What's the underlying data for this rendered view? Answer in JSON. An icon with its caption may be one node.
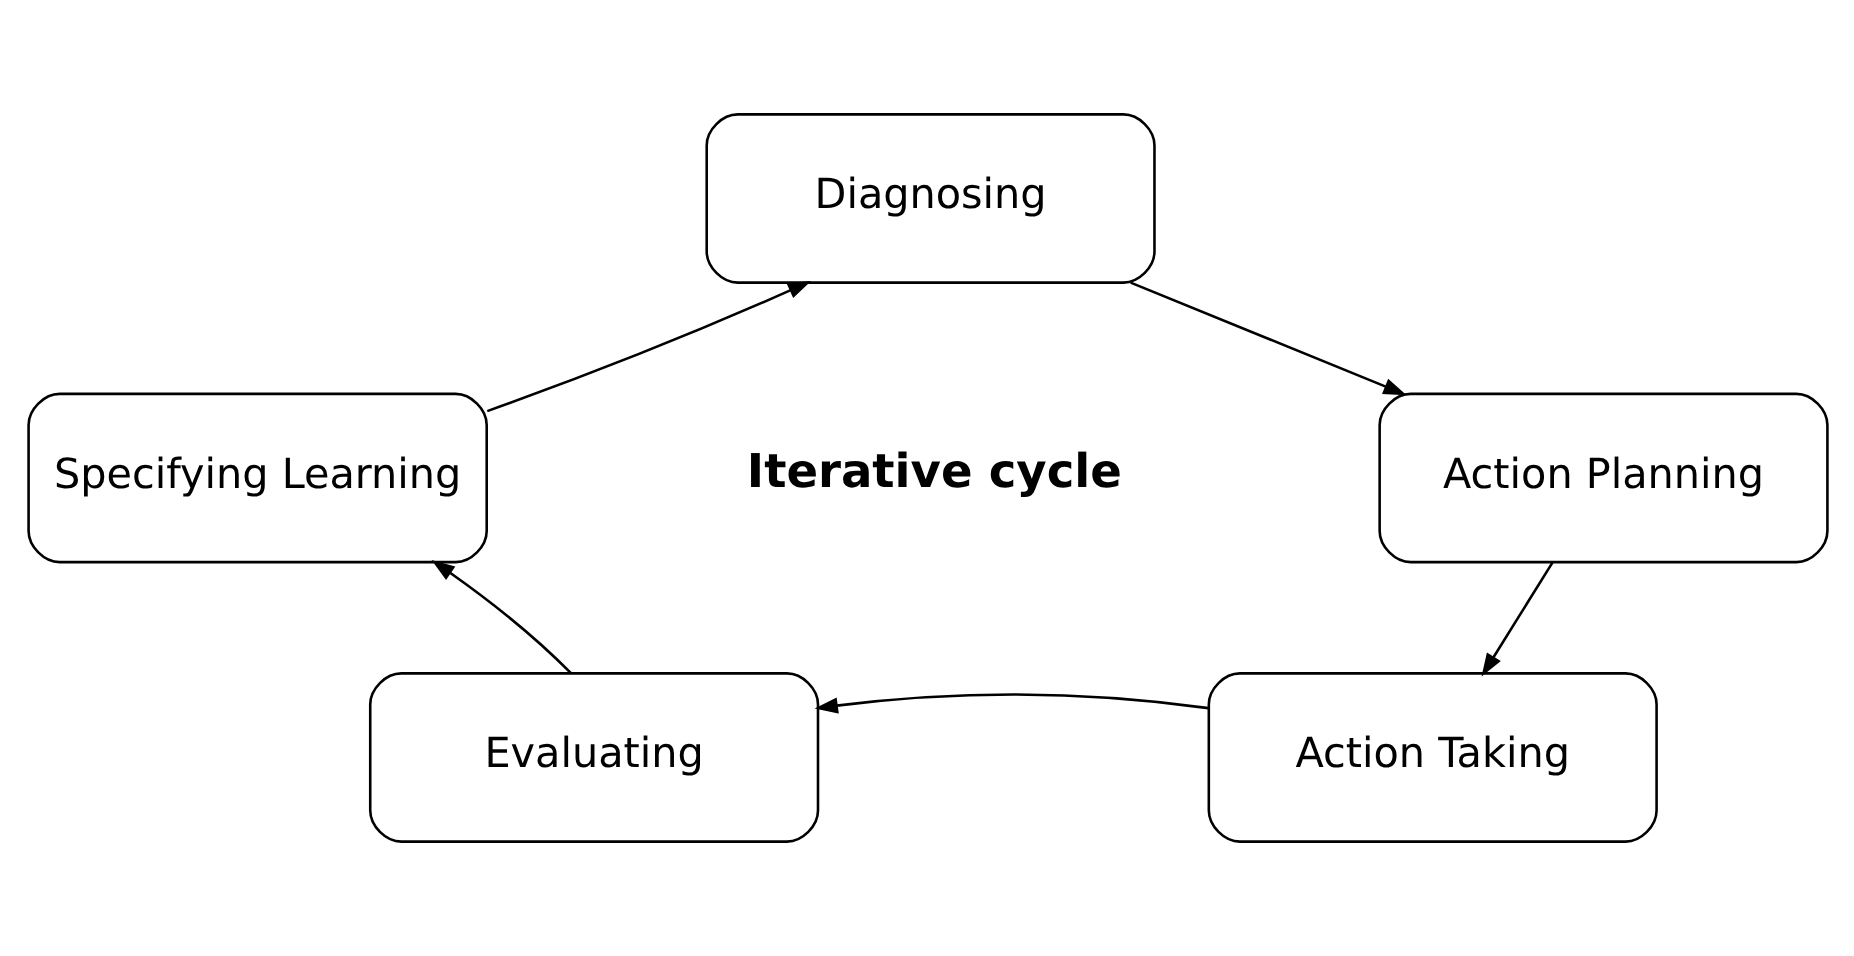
{
  "diagram": {
    "nodes": [
      {
        "text": [
          "Diagnosing"
        ]
      },
      {
        "text": [
          "Action Planning"
        ]
      },
      {
        "text": [
          "Action Taking"
        ]
      },
      {
        "text": [
          "Evaluating"
        ]
      },
      {
        "text": [
          "Specifying Learning"
        ]
      }
    ],
    "edges": [
      {
        "from": 0,
        "to": 1,
        "arrow": "to"
      },
      {
        "from": 1,
        "to": 2,
        "arrow": "to"
      },
      {
        "from": 2,
        "to": 3,
        "arrow": "to"
      },
      {
        "from": 3,
        "to": 4,
        "arrow": "to"
      },
      {
        "from": 4,
        "to": 0,
        "arrow": "to"
      }
    ],
    "labels": [
      "Iterative cycle"
    ]
  }
}
